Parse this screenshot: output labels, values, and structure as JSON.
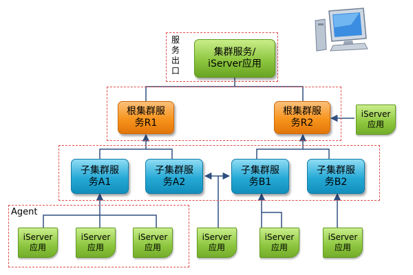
{
  "service_exit_label": "服务出口",
  "agent_label": "Agent",
  "top_node": "集群服务/\niServer应用",
  "root_nodes": [
    "根集群服\n务R1",
    "根集群服\n务R2"
  ],
  "child_nodes": [
    "子集群服\n务A1",
    "子集群服\n务A2",
    "子集群服\n务B1",
    "子集群服\n务B2"
  ],
  "iserver_label": "iServer\n应用",
  "icons": {
    "computer": "computer-icon"
  },
  "colors": {
    "border": "#e34b4b",
    "green": "#8dc63f",
    "orange": "#f7941d",
    "blue": "#26a9d6",
    "line": "#2f4f7f"
  }
}
